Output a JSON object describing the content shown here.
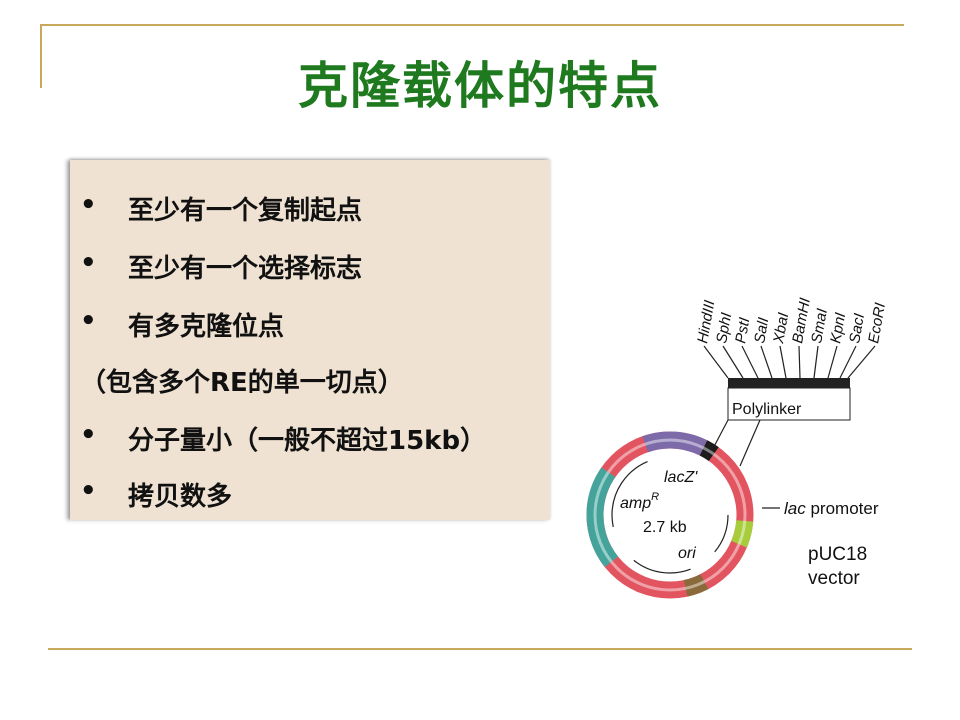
{
  "title": "克隆载体的特点",
  "bullets": [
    {
      "marker": "•",
      "text": "至少有一个复制起点"
    },
    {
      "marker": "•",
      "text": "至少有一个选择标志"
    },
    {
      "marker": "•",
      "text": "有多克隆位点"
    },
    {
      "marker": "",
      "text": "（包含多个RE的单一切点）"
    },
    {
      "marker": "•",
      "text": "分子量小（一般不超过15kb）"
    },
    {
      "marker": "•",
      "text": "拷贝数多"
    }
  ],
  "diagram": {
    "sites": [
      "HindIII",
      "SphI",
      "PstI",
      "SalI",
      "XbaI",
      "BamHI",
      "SmaI",
      "KpnI",
      "SacI",
      "EcoRI"
    ],
    "polylinker": "Polylinker",
    "lacz": "lacZ'",
    "amp": "amp",
    "amp_sup": "R",
    "size": "2.7 kb",
    "ori": "ori",
    "lac_italic": "lac",
    "promoter": " promoter",
    "vector_name": "pUC18",
    "vector_word": "vector"
  },
  "colors": {
    "title": "#1f7a1f",
    "rule": "#c8a85a",
    "panel": "#efe2d2"
  }
}
